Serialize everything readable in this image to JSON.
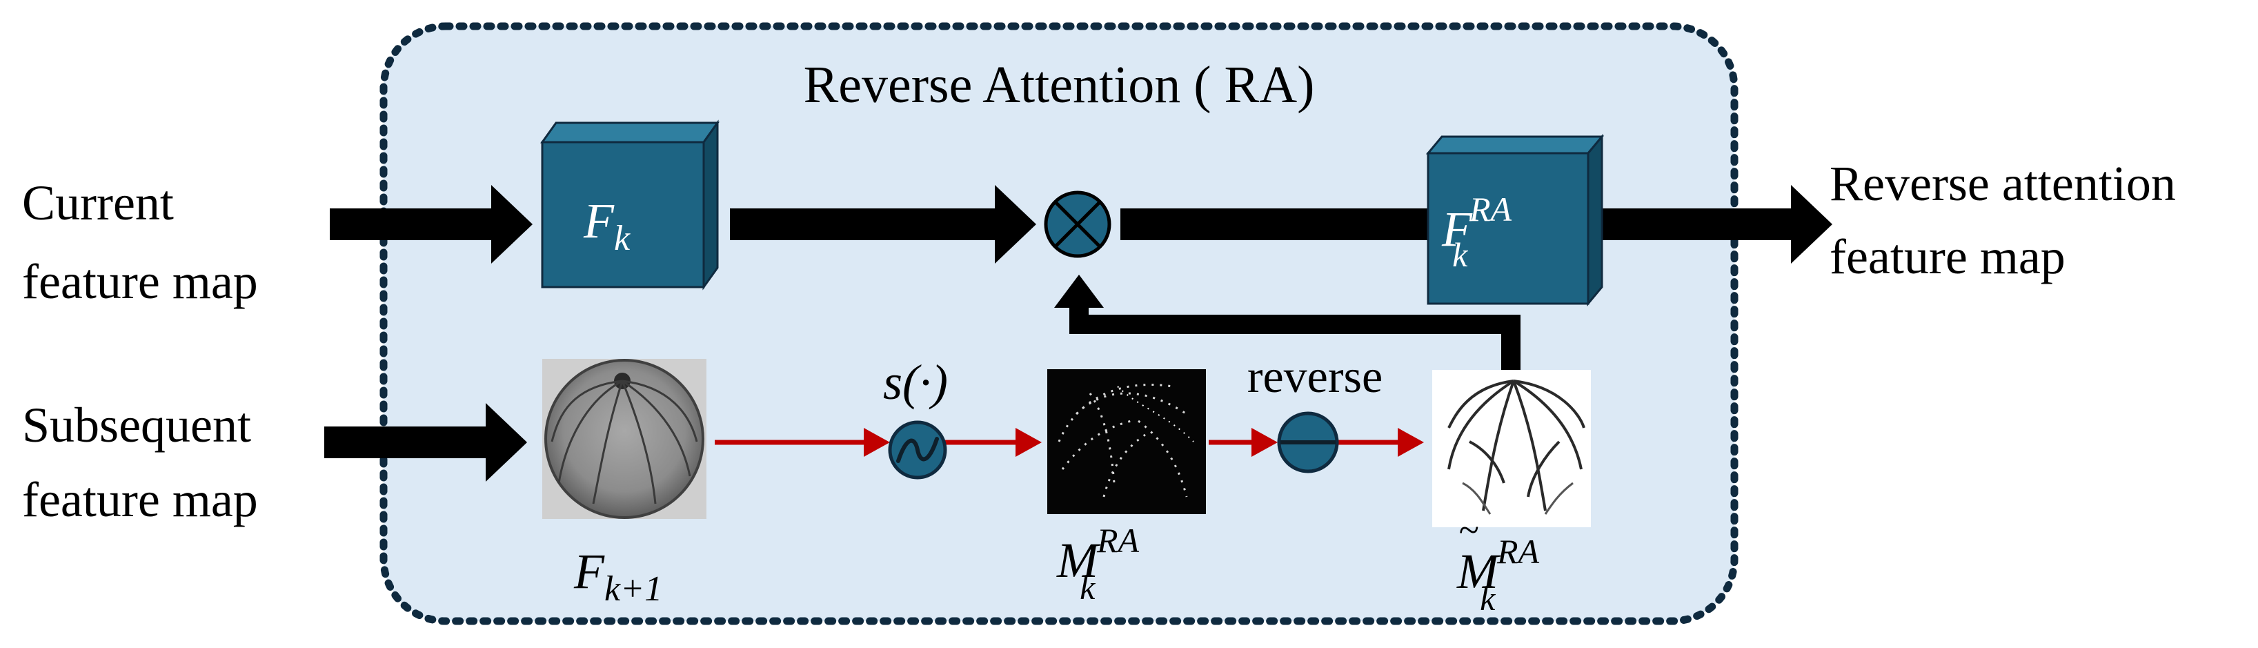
{
  "colors": {
    "panel_fill": "#dce9f5",
    "panel_border": "#0f2a3f",
    "block_front": "#1d6483",
    "block_top": "#2f7fa0",
    "block_side": "#124a62",
    "op_circle": "#1d6483",
    "main_arrow": "#000000",
    "red_arrow": "#c00000"
  },
  "panel": {
    "title": "Reverse Attention ( RA)"
  },
  "inputs": {
    "current": [
      "Current",
      "feature map"
    ],
    "subsequent": [
      "Subsequent",
      "feature map"
    ]
  },
  "output": {
    "label": [
      "Reverse attention",
      "feature map"
    ]
  },
  "blocks": {
    "fk": {
      "base": "F",
      "sub": "k"
    },
    "fk_ra": {
      "base": "F",
      "sub": "k",
      "sup": "RA"
    }
  },
  "operators": {
    "multiply": {
      "icon": "multiply-circle-icon"
    },
    "sigmoid": {
      "label": "s(·)",
      "icon": "sigmoid-wave-icon"
    },
    "reverse": {
      "label": "reverse",
      "icon": "minus-circle-icon"
    }
  },
  "images": {
    "fk1": {
      "base": "F",
      "sub": "k+1",
      "icon": "retina-gray-image"
    },
    "mk_ra": {
      "base": "M",
      "sub": "k",
      "sup": "RA",
      "icon": "retina-vessel-dark-image"
    },
    "mk_ra_rev": {
      "base": "M",
      "accent": "~",
      "sub": "k",
      "sup": "RA",
      "icon": "retina-vessel-light-image"
    }
  }
}
